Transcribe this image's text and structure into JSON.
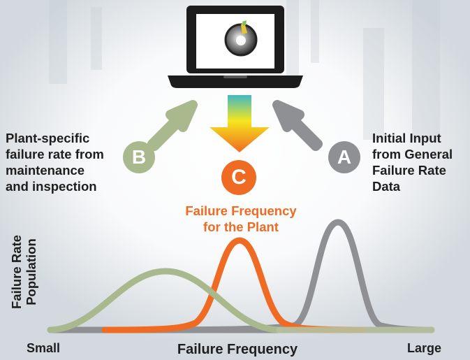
{
  "labels": {
    "left": "Plant-specific failure rate from maintenance and inspection",
    "left_lines": [
      "Plant-specific",
      "failure rate from",
      "maintenance",
      "and inspection"
    ],
    "right_lines": [
      "Initial Input",
      "from General",
      "Failure Rate",
      "Data"
    ],
    "caption_lines": [
      "Failure Frequency",
      "for the Plant"
    ],
    "badge_a": "A",
    "badge_b": "B",
    "badge_c": "C"
  },
  "axis": {
    "x_title": "Failure Frequency",
    "x_min_label": "Small",
    "x_max_label": "Large",
    "y_title_lines": [
      "Failure Rate",
      "Population"
    ]
  },
  "colors": {
    "general": "#8e9093",
    "plant_specific": "#a9b98d",
    "result": "#ef6a22",
    "arrow_gradient_top": "#3fb8c4",
    "arrow_gradient_mid": "#f6e71e",
    "text": "#1e1e1e"
  },
  "icons": [
    "laptop-icon",
    "database-disc-icon"
  ]
}
